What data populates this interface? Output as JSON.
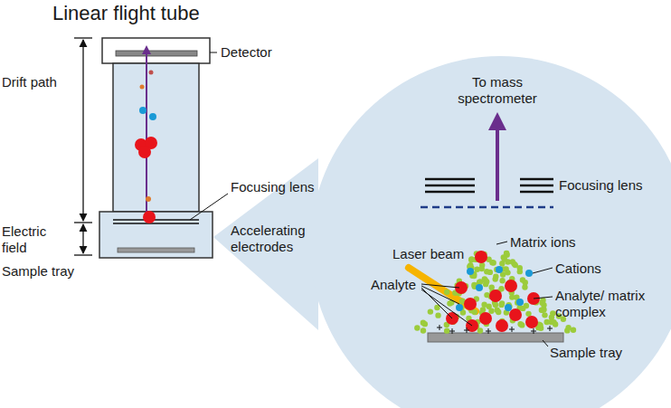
{
  "diagram": {
    "title": "Linear flight tube",
    "labels": [
      "Detector",
      "Drift path",
      "Focusing lens",
      "Electric field",
      "Sample tray",
      "Accelerating electrodes",
      "To mass spectrometer",
      "Focusing lens",
      "Laser beam",
      "Matrix ions",
      "Cations",
      "Analyte",
      "Analyte/ matrix complex",
      "Sample tray"
    ]
  }
}
